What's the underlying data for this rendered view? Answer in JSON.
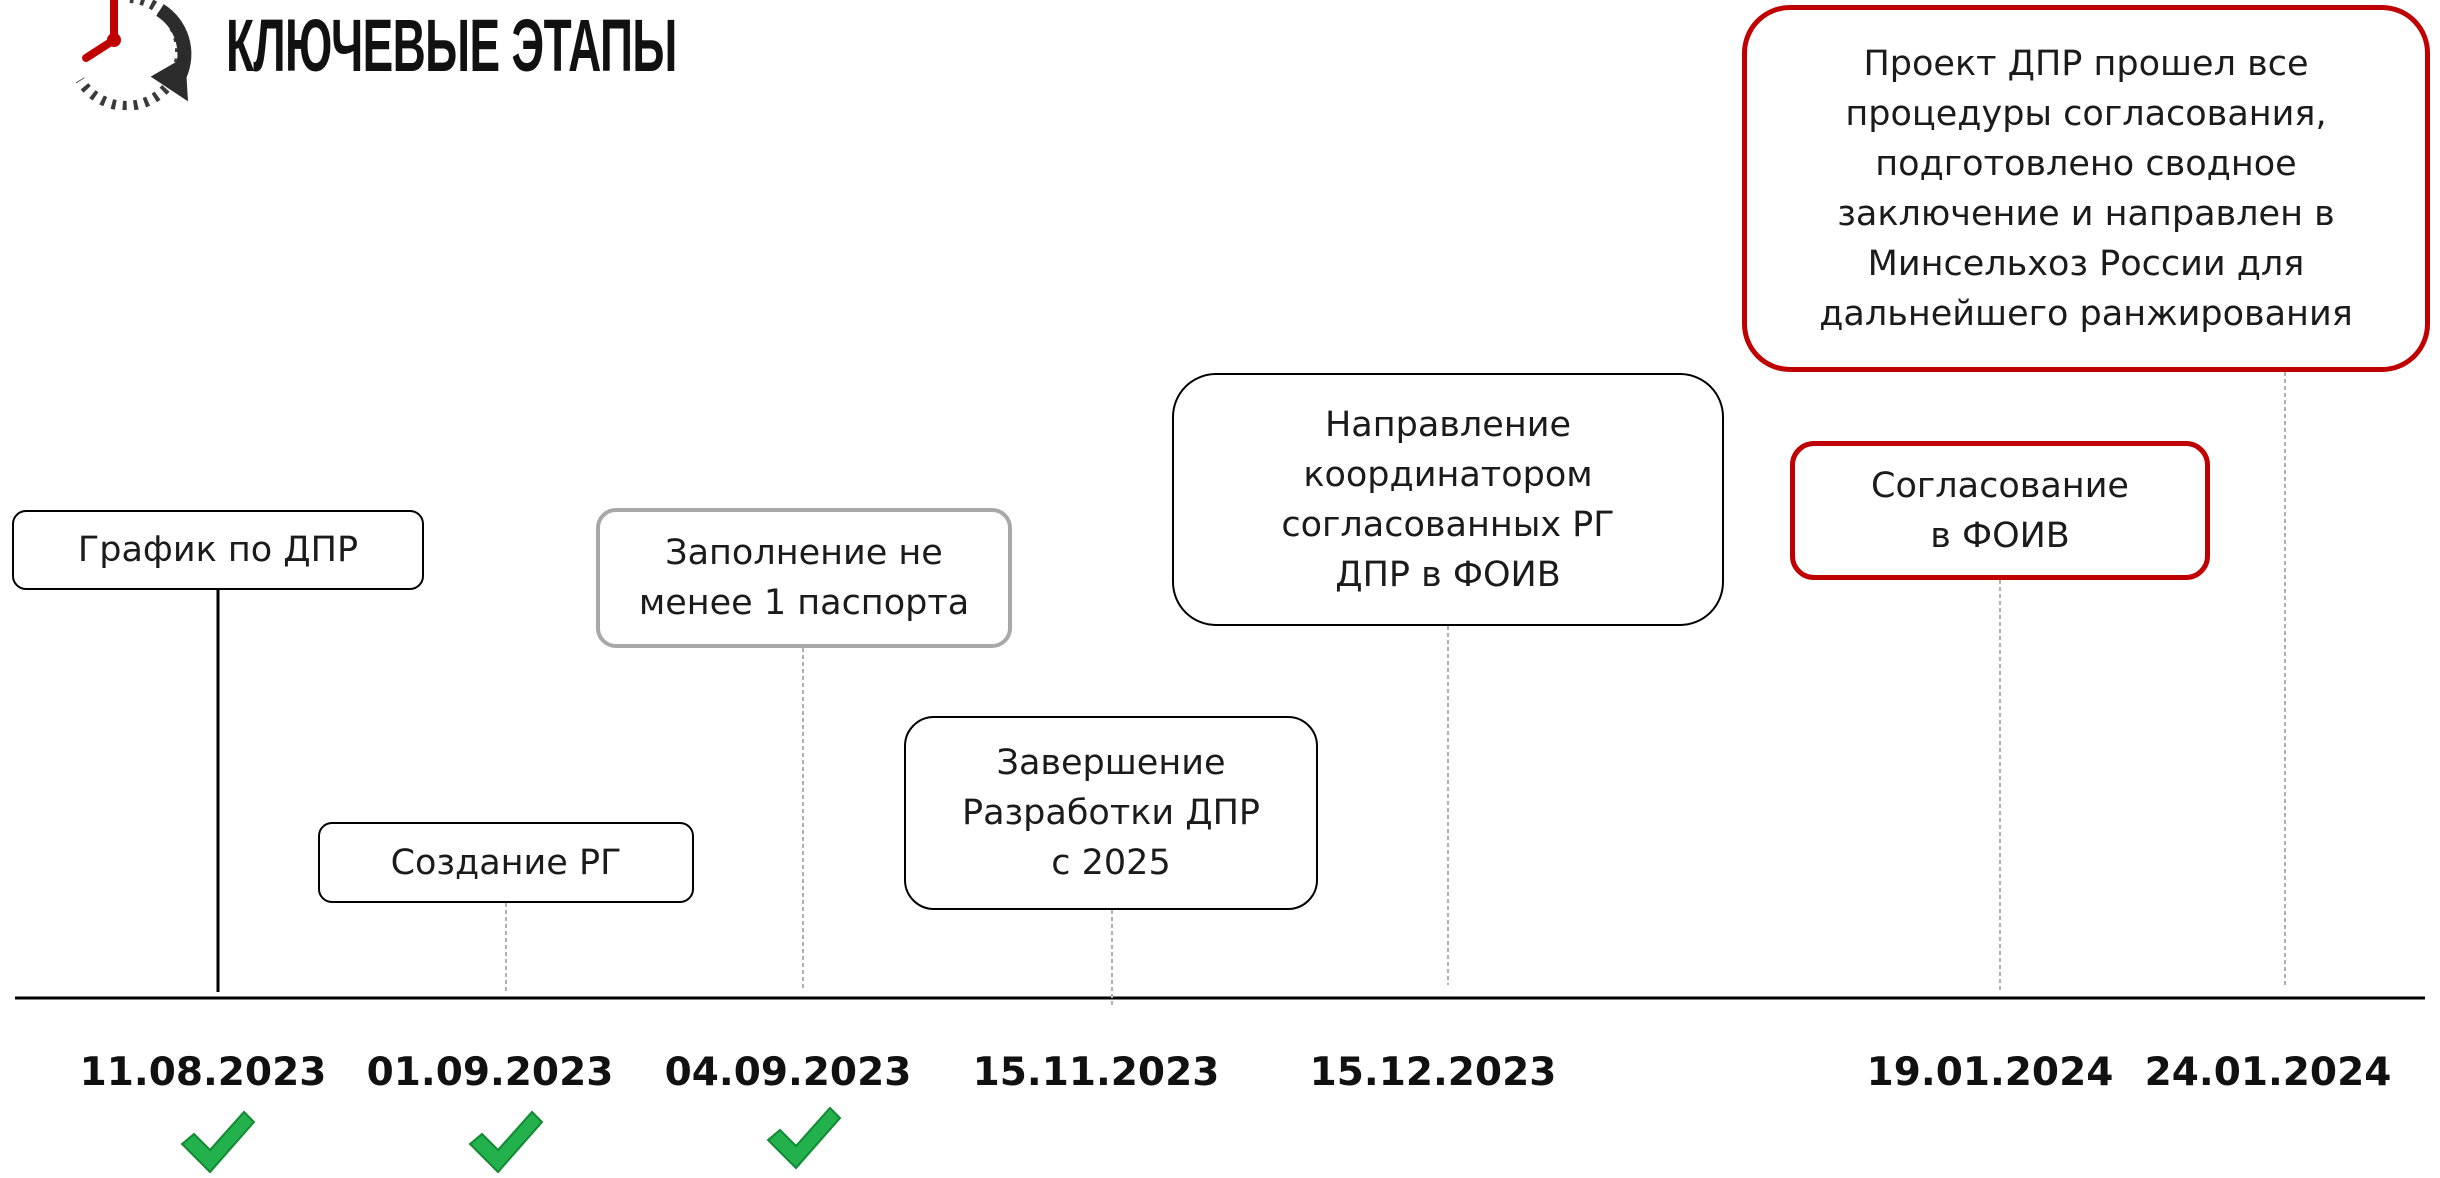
{
  "header": {
    "title": "КЛЮЧЕВЫЕ ЭТАПЫ",
    "logo_icon": "clock-refresh-icon"
  },
  "colors": {
    "accent": "#c00000",
    "check": "#22b14c",
    "line": "#000000",
    "connector": "#b0b0b0"
  },
  "milestones": [
    {
      "label": "График по ДПР",
      "date": "11.08.2023",
      "done": true
    },
    {
      "label": "Создание РГ",
      "date": "01.09.2023",
      "done": true
    },
    {
      "label": "Заполнение не\nменее 1 паспорта",
      "date": "04.09.2023",
      "done": true
    },
    {
      "label": "Завершение\nРазработки ДПР\nс 2025",
      "date": "15.11.2023",
      "done": false
    },
    {
      "label": "Направление\nкоординатором\nсогласованных РГ\nДПР в ФОИВ",
      "date": "15.12.2023",
      "done": false
    },
    {
      "label": "Согласование\nв ФОИВ",
      "date": "19.01.2024",
      "done": false
    },
    {
      "label": "Проект ДПР прошел все\nпроцедуры согласования,\nподготовлено сводное\nзаключение и направлен в\nМинсельхоз России для\nдальнейшего ранжирования",
      "date": "24.01.2024",
      "done": false
    }
  ]
}
